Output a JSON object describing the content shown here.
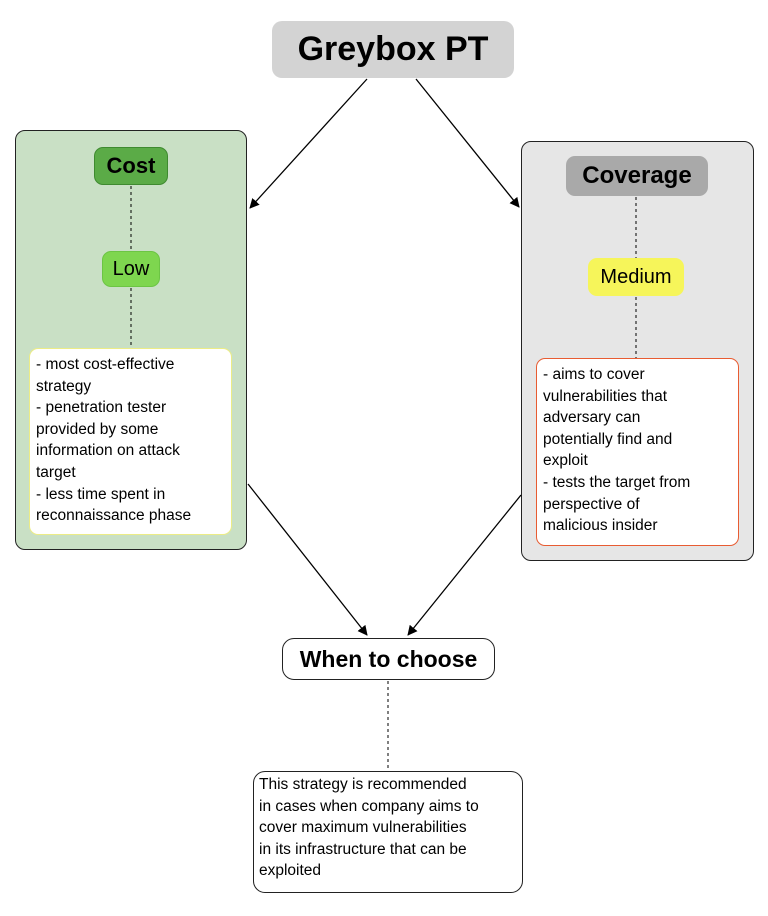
{
  "title": "Greybox PT",
  "left": {
    "heading": "Cost",
    "level": "Low",
    "points": [
      "- most cost-effective",
      "strategy",
      "- penetration tester",
      "provided by some",
      "information on attack",
      "target",
      "- less time spent in",
      "reconnaissance phase"
    ]
  },
  "right": {
    "heading": "Coverage",
    "level": "Medium",
    "points": [
      "- aims to cover",
      "vulnerabilities that",
      "adversary can",
      "potentially find and",
      "exploit",
      "- tests the target from",
      "perspective of",
      "malicious insider"
    ]
  },
  "when": {
    "heading": "When to choose",
    "lines": [
      "This strategy is recommended",
      "in cases when company aims to",
      "cover maximum vulnerabilities",
      "in its infrastructure that can be",
      "exploited"
    ]
  },
  "colors": {
    "cost": "#5bab47",
    "low": "#7ed64f",
    "coverage": "#a9a9a9",
    "medium": "#f6f55a",
    "left_panel": "#c9e0c5",
    "right_panel": "#e6e6e6"
  }
}
